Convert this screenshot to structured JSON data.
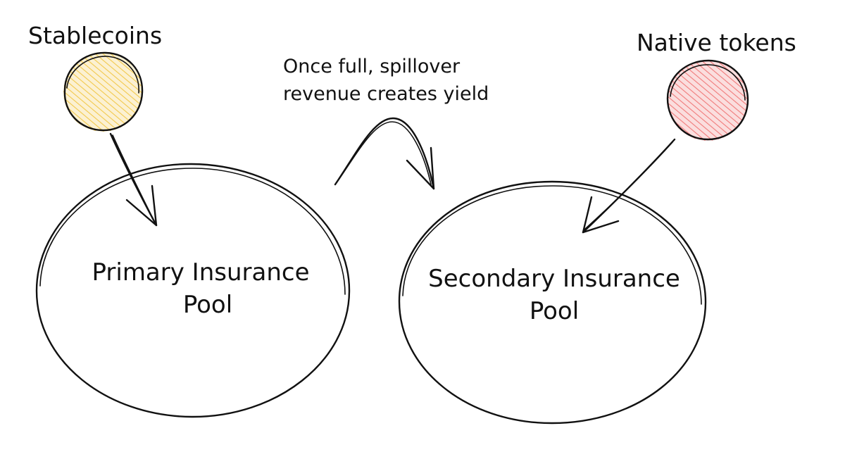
{
  "nodes": {
    "stablecoins": {
      "label": "Stablecoins",
      "color": "#f2c94c"
    },
    "native_tokens": {
      "label": "Native tokens",
      "color": "#f07a7a"
    },
    "primary_pool": {
      "line1": "Primary Insurance",
      "line2": "Pool"
    },
    "secondary_pool": {
      "line1": "Secondary Insurance",
      "line2": "Pool"
    }
  },
  "annotation": {
    "line1": "Once full, spillover",
    "line2": "revenue creates yield"
  },
  "edges": [
    {
      "from": "stablecoins",
      "to": "primary_pool"
    },
    {
      "from": "native_tokens",
      "to": "secondary_pool"
    },
    {
      "from": "primary_pool",
      "to": "secondary_pool"
    }
  ]
}
